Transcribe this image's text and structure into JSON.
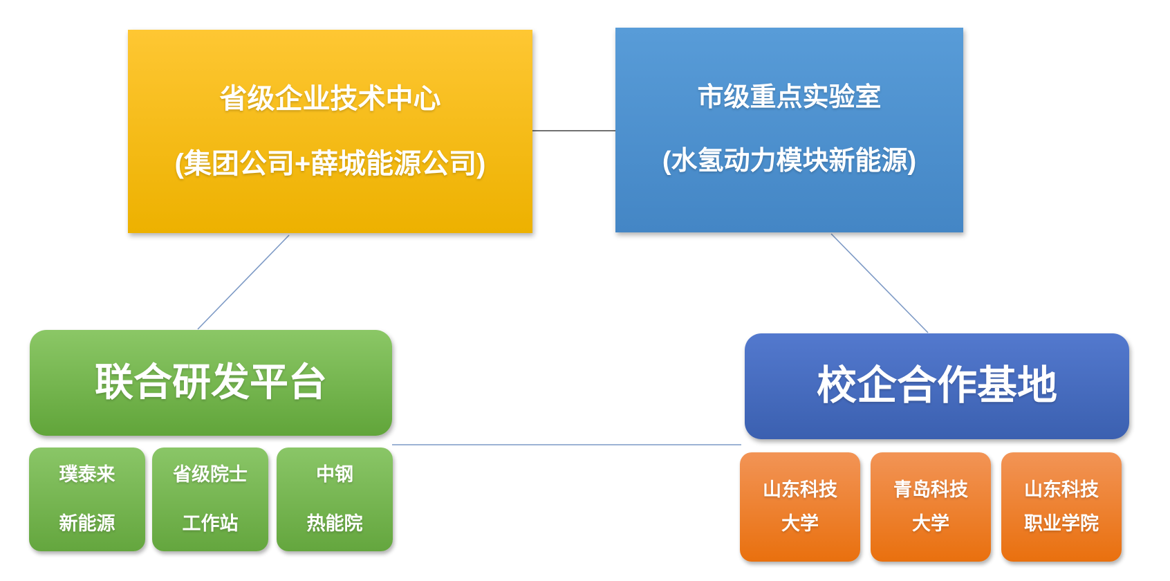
{
  "diagram": {
    "background": "#FFFFFF",
    "nodes": {
      "provincial_center": {
        "line1": "省级企业技术中心",
        "line2": "(集团公司+薛城能源公司)",
        "fill_top": "#FEC733",
        "fill_bottom": "#EDB100",
        "text_color": "#FFFFFF"
      },
      "city_lab": {
        "line1": "市级重点实验室",
        "line2": "(水氢动力模块新能源)",
        "fill_top": "#589CD8",
        "fill_bottom": "#4486C5",
        "text_color": "#FFFFFF"
      },
      "joint_rd_platform": {
        "title": "联合研发平台",
        "fill_top": "#8BC766",
        "fill_bottom": "#61A53A",
        "member_fill_top": "#8AC667",
        "member_fill_bottom": "#64A63E",
        "text_color": "#FFFFFF",
        "members": [
          {
            "line1": "璞泰来",
            "line2": "新能源"
          },
          {
            "line1": "省级院士",
            "line2": "工作站"
          },
          {
            "line1": "中钢",
            "line2": "热能院"
          }
        ]
      },
      "school_enterprise_base": {
        "title": "校企合作基地",
        "fill_top": "#5379CE",
        "fill_bottom": "#3B60B0",
        "member_fill_top": "#F29456",
        "member_fill_bottom": "#E9700E",
        "text_color": "#FFFFFF",
        "members": [
          {
            "line1": "山东科技",
            "line2": "大学"
          },
          {
            "line1": "青岛科技",
            "line2": "大学"
          },
          {
            "line1": "山东科技",
            "line2": "职业学院"
          }
        ]
      }
    },
    "connector_colors": {
      "top_link": "#404040",
      "blue_link": "#7C99C5"
    }
  }
}
